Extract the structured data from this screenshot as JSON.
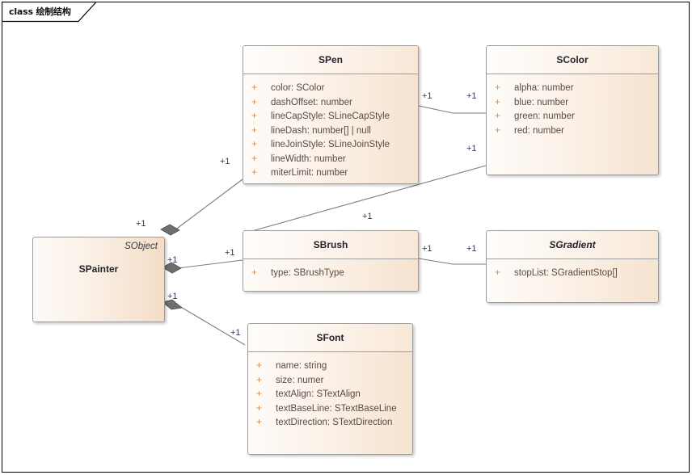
{
  "diagram": {
    "title": "class 绘制结构",
    "frame_border_color": "#000000",
    "class_fill_start": "#fefbf8",
    "class_fill_end": "#f6e3d1",
    "class_border_color": "#9d9d9d",
    "attribute_text_color": "#5a4a42",
    "visibility_color": "#d98b4e",
    "multiplicity_color": "#2e3a5c",
    "diamond_color": "#6e6e6e"
  },
  "classes": [
    {
      "id": "spainter",
      "name": "SPainter",
      "parent": "SObject",
      "abstract": false,
      "kind": "plain",
      "attributes": []
    },
    {
      "id": "spen",
      "name": "SPen",
      "abstract": false,
      "kind": "compartment",
      "attributes": [
        {
          "visibility": "+",
          "text": "color: SColor"
        },
        {
          "visibility": "+",
          "text": "dashOffset: number"
        },
        {
          "visibility": "+",
          "text": "lineCapStyle: SLineCapStyle"
        },
        {
          "visibility": "+",
          "text": "lineDash: number[] | null"
        },
        {
          "visibility": "+",
          "text": "lineJoinStyle: SLineJoinStyle"
        },
        {
          "visibility": "+",
          "text": "lineWidth: number"
        },
        {
          "visibility": "+",
          "text": "miterLimit: number"
        }
      ]
    },
    {
      "id": "scolor",
      "name": "SColor",
      "abstract": false,
      "kind": "compartment",
      "attributes": [
        {
          "visibility": "+",
          "text": "alpha: number"
        },
        {
          "visibility": "+",
          "text": "blue: number"
        },
        {
          "visibility": "+",
          "text": "green: number"
        },
        {
          "visibility": "+",
          "text": "red: number"
        }
      ]
    },
    {
      "id": "sbrush",
      "name": "SBrush",
      "abstract": false,
      "kind": "compartment",
      "attributes": [
        {
          "visibility": "+",
          "text": "type: SBrushType"
        }
      ]
    },
    {
      "id": "sgradient",
      "name": "SGradient",
      "abstract": true,
      "kind": "compartment",
      "attributes": [
        {
          "visibility": "+",
          "text": "stopList: SGradientStop[]"
        }
      ]
    },
    {
      "id": "sfont",
      "name": "SFont",
      "abstract": false,
      "kind": "compartment",
      "attributes": [
        {
          "visibility": "+",
          "text": "name: string"
        },
        {
          "visibility": "+",
          "text": "size: numer"
        },
        {
          "visibility": "+",
          "text": "textAlign: STextAlign"
        },
        {
          "visibility": "+",
          "text": "textBaseLine: STextBaseLine"
        },
        {
          "visibility": "+",
          "text": "textDirection: STextDirection"
        }
      ]
    }
  ],
  "associations": [
    {
      "from": "spainter",
      "to": "spen",
      "from_mult": "+1",
      "to_mult": "+1",
      "type": "composition"
    },
    {
      "from": "spainter",
      "to": "sbrush",
      "from_mult": "+1",
      "to_mult": "+1",
      "type": "composition"
    },
    {
      "from": "spainter",
      "to": "sfont",
      "from_mult": "+1",
      "to_mult": "+1",
      "type": "composition"
    },
    {
      "from": "spen",
      "to": "scolor",
      "from_mult": "+1",
      "to_mult": "+1",
      "type": "association"
    },
    {
      "from": "sbrush",
      "to": "scolor",
      "from_mult": "+1",
      "to_mult": "+1",
      "type": "association"
    },
    {
      "from": "sbrush",
      "to": "sgradient",
      "from_mult": "+1",
      "to_mult": "+1",
      "type": "association"
    }
  ],
  "multiplicity_labels": [
    {
      "key": "m_spen_left",
      "text": "+1"
    },
    {
      "key": "m_spen_right",
      "text": "+1"
    },
    {
      "key": "m_scolor_left",
      "text": "+1"
    },
    {
      "key": "m_scolor_bl",
      "text": "+1"
    },
    {
      "key": "m_painter_top",
      "text": "+1"
    },
    {
      "key": "m_painter_mid",
      "text": "+1"
    },
    {
      "key": "m_painter_bot",
      "text": "+1"
    },
    {
      "key": "m_sbrush_left",
      "text": "+1"
    },
    {
      "key": "m_sbrush_topright",
      "text": "+1"
    },
    {
      "key": "m_sbrush_right",
      "text": "+1"
    },
    {
      "key": "m_sgradient_left",
      "text": "+1"
    },
    {
      "key": "m_sfont_left",
      "text": "+1"
    }
  ]
}
